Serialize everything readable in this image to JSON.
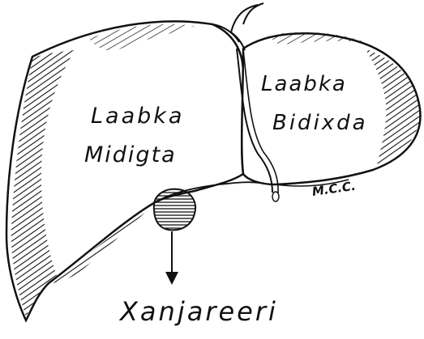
{
  "diagram": {
    "labels": {
      "right_lobe_line1": "Laabka",
      "right_lobe_line2": "Midigta",
      "left_lobe_line1": "Laabka",
      "left_lobe_line2": "Bidixda",
      "gallbladder": "Xanjareeri"
    },
    "signature": "M.C.C.",
    "colors": {
      "ink": "#111111",
      "paper": "#ffffff"
    }
  }
}
